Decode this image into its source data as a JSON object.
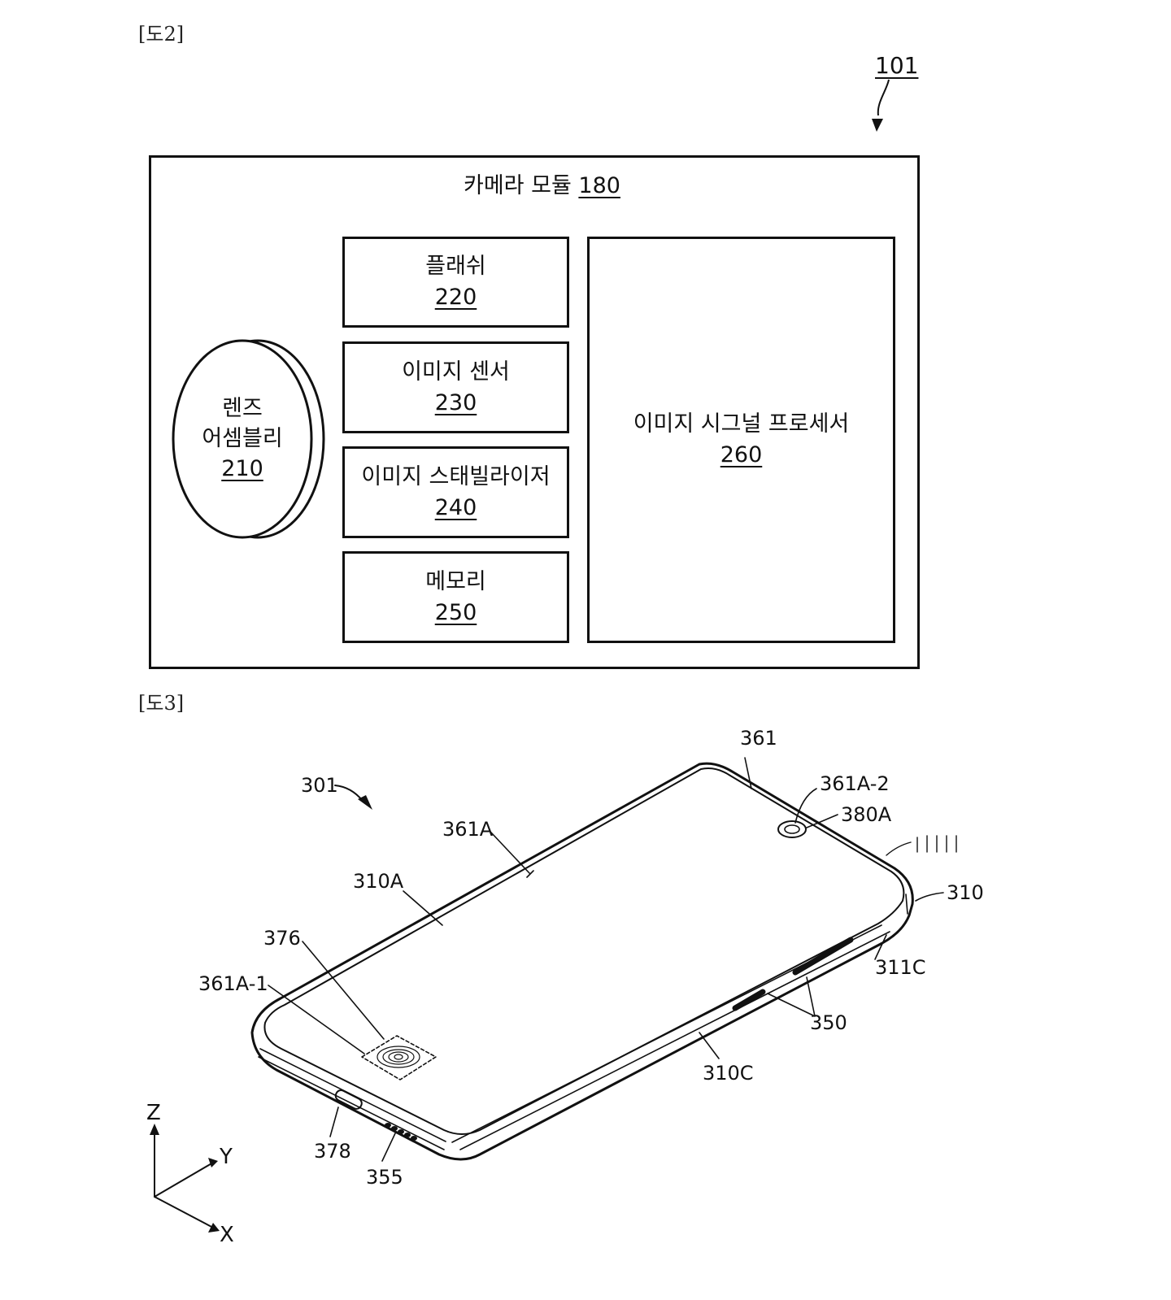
{
  "figure2": {
    "label": "[도2]",
    "ref_device": "101",
    "camera_module": {
      "name": "카메라 모듈",
      "num": "180"
    },
    "lens": {
      "name_line1": "렌즈",
      "name_line2": "어셈블리",
      "num": "210"
    },
    "flash": {
      "name": "플래쉬",
      "num": "220"
    },
    "image_sensor": {
      "name": "이미지 센서",
      "num": "230"
    },
    "image_stabilizer": {
      "name": "이미지 스태빌라이저",
      "num": "240"
    },
    "memory": {
      "name": "메모리",
      "num": "250"
    },
    "isp": {
      "name": "이미지 시그널 프로세서",
      "num": "260"
    }
  },
  "figure3": {
    "label": "[도3]",
    "refs": {
      "r301": "301",
      "r361": "361",
      "r361A": "361A",
      "r361A2": "361A-2",
      "r380A": "380A",
      "r310A": "310A",
      "r310": "310",
      "r376": "376",
      "r361A1": "361A-1",
      "r311C": "311C",
      "r350": "350",
      "r310C": "310C",
      "r378": "378",
      "r355": "355"
    },
    "axes": {
      "z": "Z",
      "y": "Y",
      "x": "X"
    }
  }
}
